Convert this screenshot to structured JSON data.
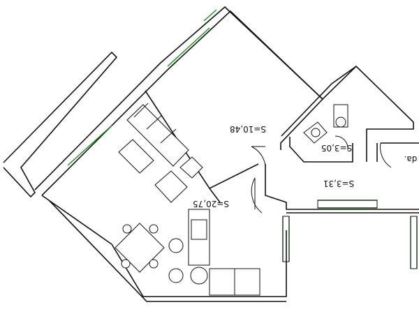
{
  "rooms": [
    {
      "id": "bedroom",
      "area_label": "S=10,48"
    },
    {
      "id": "bathroom",
      "area_label": "S=3,05"
    },
    {
      "id": "hall",
      "area_label": "S=3,31"
    },
    {
      "id": "living",
      "area_label": "S=20,75"
    }
  ],
  "partial_label": "da.",
  "colors": {
    "walls": "#111111",
    "windows": "#1f8a1f",
    "background": "#ffffff"
  }
}
